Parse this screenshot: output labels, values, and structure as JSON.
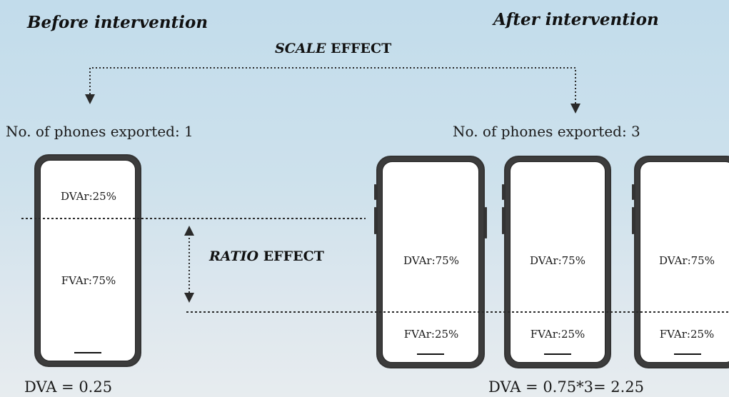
{
  "headings": {
    "before": "Before intervention",
    "after": "After intervention"
  },
  "effects": {
    "scale_emph": "SCALE",
    "scale_rest": " EFFECT",
    "ratio_emph": "RATIO",
    "ratio_rest": " EFFECT"
  },
  "before": {
    "phones_exported": "No. of phones exported: 1",
    "dva_label": "DVAr:25%",
    "fva_label": "FVAr:75%",
    "dva_total": "DVA = 0.25"
  },
  "after": {
    "phones_exported": "No. of phones exported: 3",
    "phones": [
      {
        "dva_label": "DVAr:75%",
        "fva_label": "FVAr:25%"
      },
      {
        "dva_label": "DVAr:75%",
        "fva_label": "FVAr:25%"
      },
      {
        "dva_label": "DVAr:75%",
        "fva_label": "FVAr:25%"
      }
    ],
    "dva_total": "DVA = 0.75*3= 2.25"
  },
  "icons": [
    "smartphone-icon",
    "arrow-down-icon",
    "double-arrow-icon"
  ]
}
